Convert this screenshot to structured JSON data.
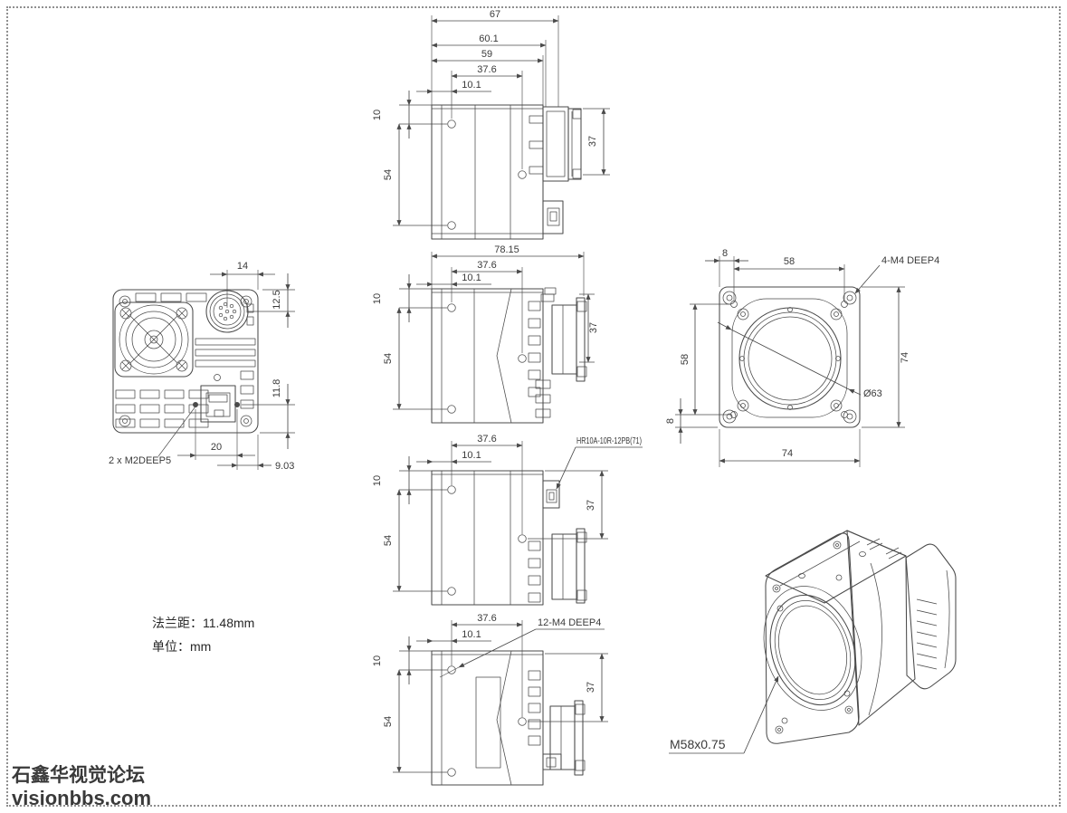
{
  "page": {
    "background": "#ffffff",
    "border_color": "#8f8f8f",
    "line_color": "#4a4a4a",
    "text_color": "#3a3a3a"
  },
  "notes": {
    "flange_distance": "法兰距：11.48mm",
    "unit": "单位：mm"
  },
  "watermark": {
    "line1": "石鑫华视觉论坛",
    "line2": "visionbbs.com",
    "color": "#1604ec"
  },
  "views": {
    "side_top": {
      "d67": "67",
      "d601": "60.1",
      "d59": "59",
      "d376": "37.6",
      "d101": "10.1",
      "d10": "10",
      "d54": "54",
      "d37": "37"
    },
    "side_b": {
      "d7815": "78.15",
      "d376": "37.6",
      "d101": "10.1",
      "d10": "10",
      "d54": "54",
      "d37": "37"
    },
    "side_c": {
      "d376": "37.6",
      "d101": "10.1",
      "d10": "10",
      "d54": "54",
      "d37": "37",
      "connector_label": "HR10A-10R-12PB(71)"
    },
    "side_d": {
      "d376": "37.6",
      "d101": "10.1",
      "d10": "10",
      "d54": "54",
      "d37": "37",
      "holes_label": "12-M4 DEEP4"
    },
    "back": {
      "d14": "14",
      "d125": "12.5",
      "d118": "11.8",
      "d20": "20",
      "d903": "9.03",
      "holes_label": "2 x  M2DEEP5"
    },
    "front": {
      "d8t": "8",
      "d58t": "58",
      "d58l": "58",
      "d8b": "8",
      "d74r": "74",
      "d74b": "74",
      "lens_dia": "Ø63",
      "holes_label": "4-M4 DEEP4"
    },
    "iso": {
      "thread_label": "M58x0.75"
    }
  }
}
